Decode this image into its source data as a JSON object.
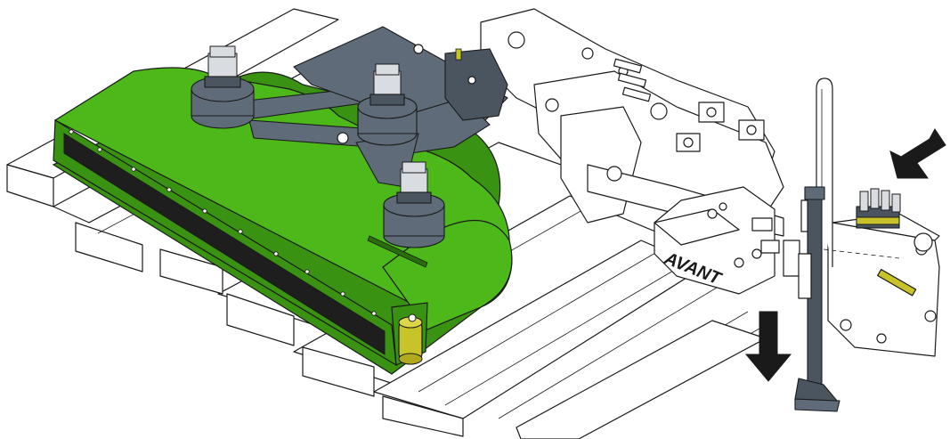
{
  "figure": {
    "brand_logo_text": "AVANT",
    "colors": {
      "deck_green": "#4cb81a",
      "deck_green_dark": "#3a9212",
      "frame_grey": "#5f6b78",
      "blade_guard": "#1e1e1e",
      "roller_yellow": "#c9c32a",
      "arrow": "#1a1a1a"
    },
    "arrows": [
      {
        "name": "insert-arrow",
        "direction": "down-left"
      },
      {
        "name": "lower-arrow",
        "direction": "down"
      }
    ]
  }
}
